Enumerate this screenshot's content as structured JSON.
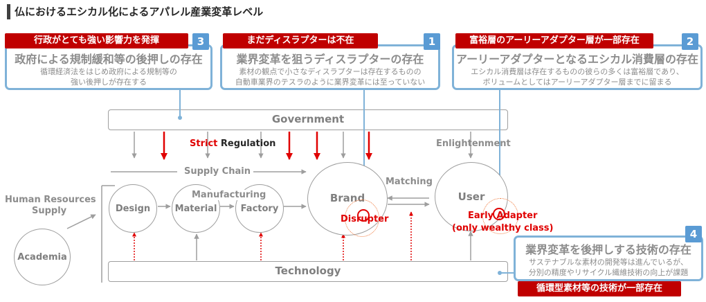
{
  "title": "仏におけるエシカル化によるアパレル産業変革レベル",
  "cards": [
    {
      "num": "3",
      "label": "行政がとても強い影響力を発揮",
      "head": "政府による規制緩和等の後押しの存在",
      "sub1": "循環経済法をはじめ政府による規制等の",
      "sub2": "強い後押しが存在する"
    },
    {
      "num": "1",
      "label": "まだディスラプターは不在",
      "head": "業界変革を狙うディスラプターの存在",
      "sub1": "素材の観点で小さなディスラプターは存在するものの",
      "sub2": "自動車業界のテスラのように業界変革には至っていない"
    },
    {
      "num": "2",
      "label": "富裕層のアーリーアダプター層が一部存在",
      "head": "アーリーアダプターとなるエシカル消費層の存在",
      "sub1": "エシカル消費層は存在するものの彼らの多くは富裕層であり、",
      "sub2": "ボリュームとしてはアーリーアダプター層までに留まる"
    },
    {
      "num": "4",
      "label": "循環型素材等の技術が一部存在",
      "head": "業界変革を後押しする技術の存在",
      "sub1": "サステナブルな素材の開発等は進んでいるが、",
      "sub2": "分別の精度やリサイクル繊維技術の向上が課題"
    }
  ],
  "diagram": {
    "government": "Government",
    "technology": "Technology",
    "strict": "Strict",
    "regulation": "Regulation",
    "enlightenment": "Enlightenment",
    "supply_chain": "Supply Chain",
    "hr_line1": "Human Resources",
    "hr_line2": "Supply",
    "academia": "Academia",
    "design": "Design",
    "manufacturing": "Manufacturing",
    "material": "Material",
    "factory": "Factory",
    "brand": "Brand",
    "matching": "Matching",
    "user": "User",
    "disrupter": "Disrupter",
    "early_adapter": "Early Adapter",
    "only_wealthy": "(only wealthy class)"
  },
  "colors": {
    "accent_red": "#c00000",
    "highlight_red": "#e00000",
    "card_border": "#7fb2d8",
    "badge_blue": "#5a9bd4",
    "diagram_gray": "#9e9e9e"
  }
}
